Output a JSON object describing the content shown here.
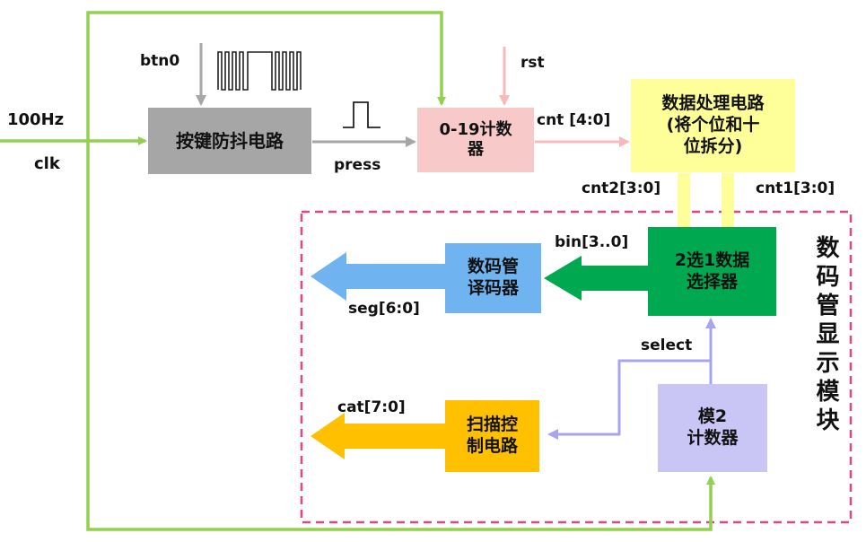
{
  "blocks": {
    "debounce": "按键防抖电路",
    "counter_line1": "0-19计数",
    "counter_line2": "器",
    "data_proc_line1": "数据处理电路",
    "data_proc_line2": "(将个位和十",
    "data_proc_line3": "位拆分)",
    "mux_line1": "2选1数据",
    "mux_line2": "选择器",
    "decoder_line1": "数码管",
    "decoder_line2": "译码器",
    "scan_line1": "扫描控",
    "scan_line2": "制电路",
    "mod2_line1": "模2",
    "mod2_line2": "计数器"
  },
  "signals": {
    "freq": "100Hz",
    "clk": "clk",
    "btn0": "btn0",
    "rst": "rst",
    "press": "press",
    "cnt": "cnt [4:0]",
    "cnt2": "cnt2[3:0]",
    "cnt1": "cnt1[3:0]",
    "bin": "bin[3..0]",
    "seg": "seg[6:0]",
    "select": "select",
    "cat": "cat[7:0]"
  },
  "module_label": "数码管显示模块",
  "colors": {
    "clock_wire": "#92d050",
    "debounce": "#a6a6a6",
    "counter": "#f8c9c9",
    "data_proc": "#ffff99",
    "mux": "#00a84f",
    "decoder": "#6fb4f0",
    "scan": "#ffc000",
    "mod2": "#c9c5f5",
    "module_border": "#e0458a"
  }
}
